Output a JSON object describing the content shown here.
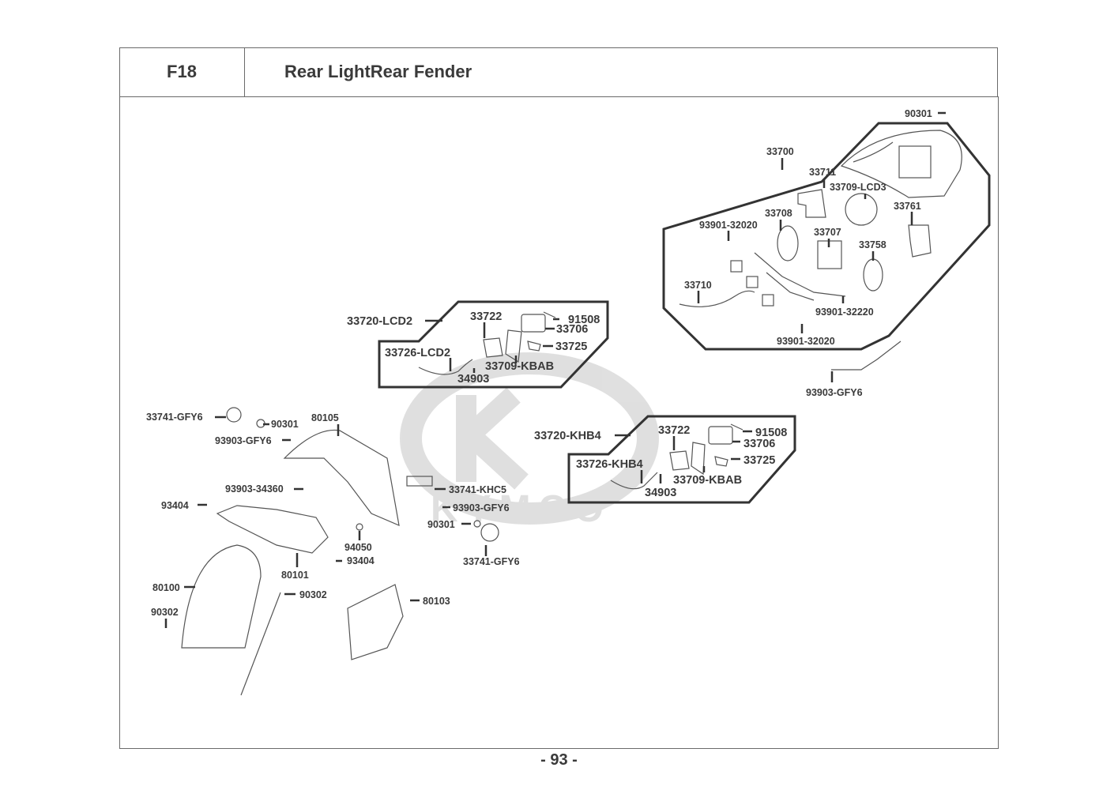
{
  "header": {
    "section_code": "F18",
    "title": "Rear LightRear Fender"
  },
  "watermark": {
    "brand": "KYMCO"
  },
  "assemblies": {
    "taillight": {
      "label": "33700",
      "parts": [
        "90301",
        "33711",
        "33709-LCD3",
        "33761",
        "33708",
        "93901-32020",
        "33707",
        "33758",
        "33710",
        "93901-32220",
        "93901-32020"
      ]
    },
    "license_light_lcd2": {
      "label": "33720-LCD2",
      "parts": [
        "33722",
        "91508",
        "33706",
        "33725",
        "33726-LCD2",
        "33709-KBAB",
        "34903"
      ]
    },
    "license_light_khb4": {
      "label": "33720-KHB4",
      "parts": [
        "33722",
        "91508",
        "33706",
        "33725",
        "33726-KHB4",
        "33709-KBAB",
        "34903"
      ]
    }
  },
  "labels": {
    "l90301_top": "90301",
    "l33700": "33700",
    "l33711": "33711",
    "l33709lcd3": "33709-LCD3",
    "l33708": "33708",
    "l33761": "33761",
    "l93901_32020a": "93901-32020",
    "l33707": "33707",
    "l33758": "33758",
    "l33710": "33710",
    "l93901_32220": "93901-32220",
    "l93901_32020b": "93901-32020",
    "l93903gfy6_r": "93903-GFY6",
    "l33720lcd2": "33720-LCD2",
    "l33722a": "33722",
    "l91508a": "91508",
    "l33706a": "33706",
    "l33725a": "33725",
    "l33726lcd2": "33726-LCD2",
    "l33709kbab_a": "33709-KBAB",
    "l34903a": "34903",
    "l33720khb4": "33720-KHB4",
    "l33722b": "33722",
    "l91508b": "91508",
    "l33706b": "33706",
    "l33725b": "33725",
    "l33726khb4": "33726-KHB4",
    "l33709kbab_b": "33709-KBAB",
    "l34903b": "34903",
    "l33741gfy6_a": "33741-GFY6",
    "l90301_a": "90301",
    "l80105": "80105",
    "l93903gfy6_a": "93903-GFY6",
    "l93903_34360": "93903-34360",
    "l33741khc5": "33741-KHC5",
    "l93903gfy6_b": "93903-GFY6",
    "l90301_b": "90301",
    "l33741gfy6_b": "33741-GFY6",
    "l93404_a": "93404",
    "l94050": "94050",
    "l93404_b": "93404",
    "l80101": "80101",
    "l80100": "80100",
    "l90302_a": "90302",
    "l90302_b": "90302",
    "l80103": "80103"
  },
  "footer": {
    "page_number": "- 93 -"
  }
}
